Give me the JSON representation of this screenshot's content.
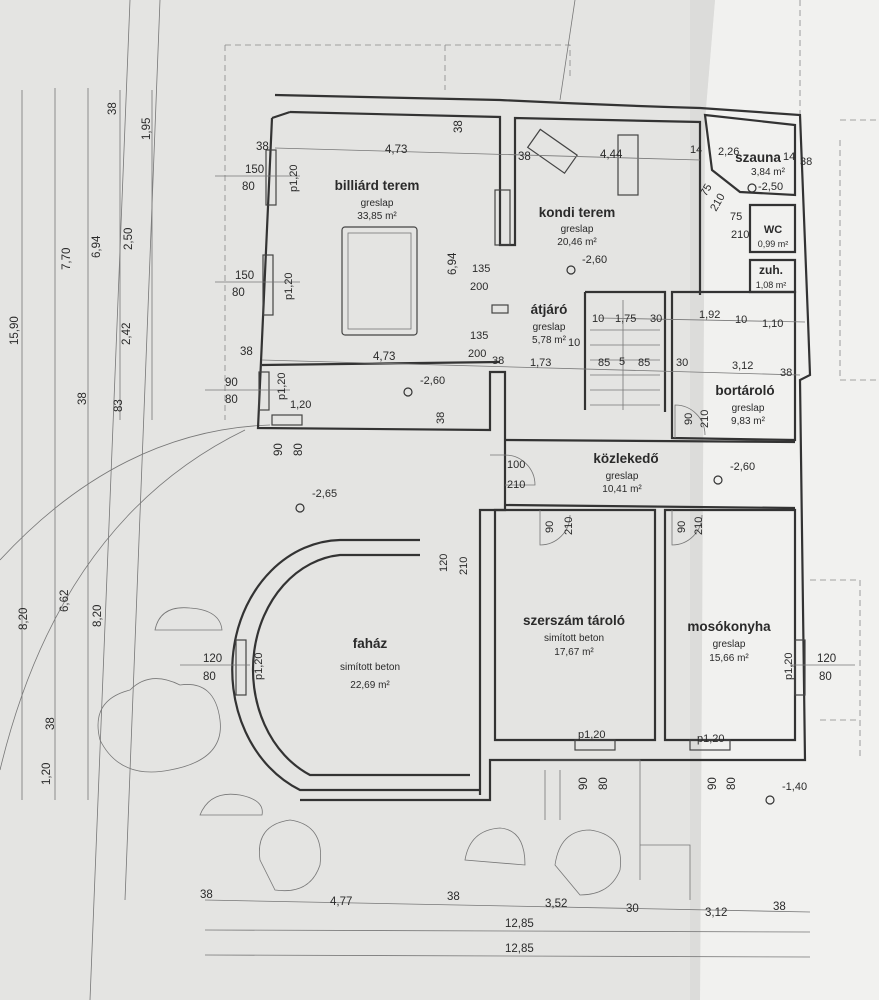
{
  "colors": {
    "paper": "#e4e4e2",
    "paper_light": "#f1f1ef",
    "ink": "#2a2a2a"
  },
  "rooms": [
    {
      "name": "billiárd terem",
      "floor": "greslap",
      "area": "33,85 m²"
    },
    {
      "name": "kondi terem",
      "floor": "greslap",
      "area": "20,46 m²"
    },
    {
      "name": "átjáró",
      "floor": "greslap",
      "area": "5,78 m²"
    },
    {
      "name": "szauna",
      "floor": "",
      "area": "3,84 m²"
    },
    {
      "name": "WC",
      "floor": "",
      "area": "0,99 m²"
    },
    {
      "name": "zuh.",
      "floor": "",
      "area": "1,08 m²"
    },
    {
      "name": "bortároló",
      "floor": "greslap",
      "area": "9,83 m²"
    },
    {
      "name": "közlekedő",
      "floor": "greslap",
      "area": "10,41 m²"
    },
    {
      "name": "szerszám tároló",
      "floor": "simított beton",
      "area": "17,67 m²"
    },
    {
      "name": "mosókonyha",
      "floor": "greslap",
      "area": "15,66 m²"
    },
    {
      "name": "faház",
      "floor": "simított beton",
      "area": "22,69 m²"
    }
  ],
  "levels": [
    "-2,60",
    "-2,60",
    "-2,60",
    "-2,50",
    "-2,65",
    "-1,40"
  ],
  "dims_top": [
    "38",
    "4,73",
    "38",
    "38",
    "4,44",
    "14",
    "2,26",
    "14",
    "38"
  ],
  "dims_billiard": [
    "150",
    "80",
    "p1,20",
    "150",
    "80",
    "p1,20",
    "38",
    "4,73",
    "90",
    "80",
    "p1,20",
    "1,20",
    "38",
    "90",
    "80",
    "6,94"
  ],
  "dims_center": [
    "135",
    "200",
    "135",
    "200",
    "38",
    "1,73",
    "10",
    "10",
    "1,75",
    "30",
    "85",
    "5",
    "85",
    "30",
    "1,92",
    "10",
    "1,10",
    "3,12",
    "38"
  ],
  "dims_sauna": [
    "75",
    "210",
    "75",
    "210"
  ],
  "dims_doors": [
    "90",
    "210",
    "100",
    "210",
    "90",
    "210",
    "90",
    "210",
    "120",
    "210"
  ],
  "dims_lower": [
    "120",
    "80",
    "p1,20",
    "p1,20",
    "120",
    "80",
    "p1,20",
    "90",
    "80",
    "p1,20",
    "90",
    "80"
  ],
  "dims_left": [
    "15,90",
    "8,20",
    "38",
    "1,20",
    "7,70",
    "6,62",
    "6,94",
    "38",
    "8,20",
    "38",
    "1,95",
    "2,50",
    "2,42",
    "83"
  ],
  "dims_bottom": [
    "38",
    "4,77",
    "38",
    "3,52",
    "30",
    "3,12",
    "38",
    "12,85",
    "12,85"
  ]
}
